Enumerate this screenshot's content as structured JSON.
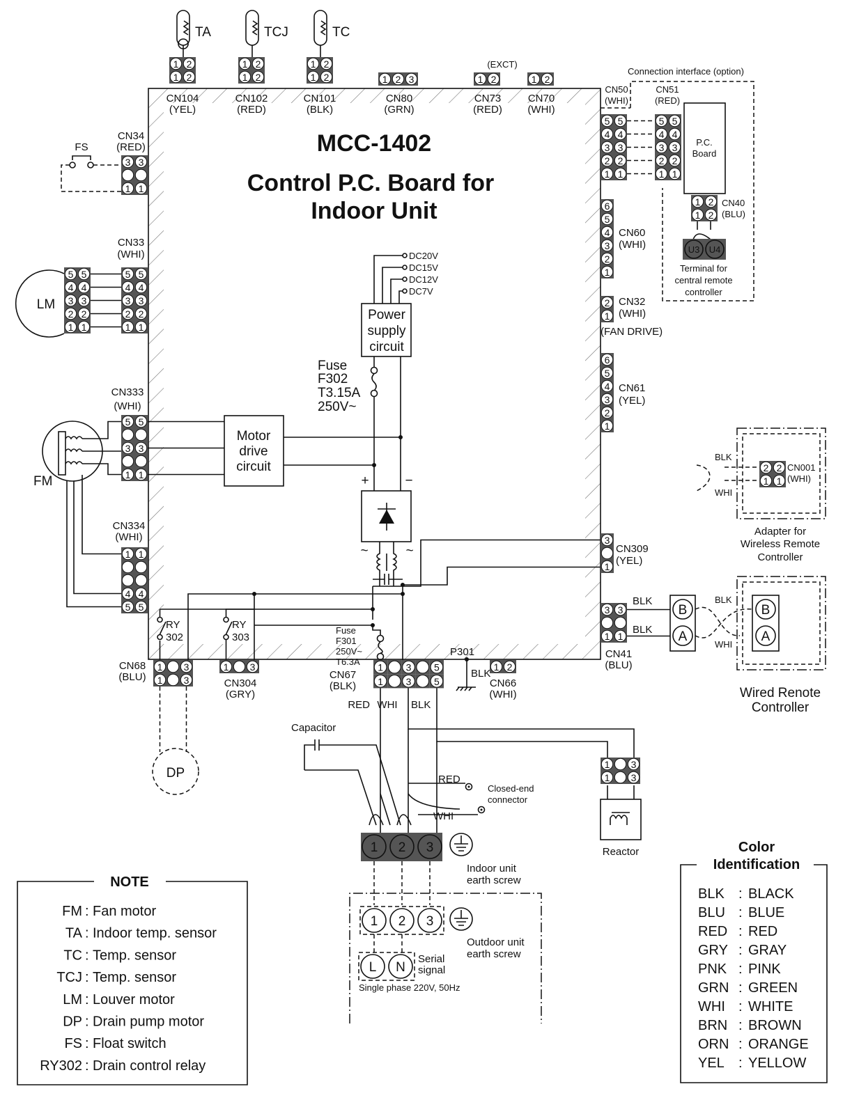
{
  "title": {
    "model": "MCC-1402",
    "line1": "Control P.C. Board for",
    "line2": "Indoor Unit"
  },
  "sensors": [
    "TA",
    "TCJ",
    "TC"
  ],
  "connectors": {
    "cn104": {
      "name": "CN104",
      "color": "(YEL)",
      "pins": [
        "1",
        "2"
      ]
    },
    "cn102": {
      "name": "CN102",
      "color": "(RED)",
      "pins": [
        "1",
        "2"
      ]
    },
    "cn101": {
      "name": "CN101",
      "color": "(BLK)",
      "pins": [
        "1",
        "2"
      ]
    },
    "cn80": {
      "name": "CN80",
      "color": "(GRN)",
      "pins": [
        "1",
        "2",
        "3"
      ]
    },
    "cn73": {
      "name": "CN73",
      "color": "(RED)",
      "note": "(EXCT)",
      "pins": [
        "1",
        "2"
      ]
    },
    "cn70": {
      "name": "CN70",
      "color": "(WHI)",
      "pins": [
        "1",
        "2"
      ]
    },
    "cn34": {
      "name": "CN34",
      "color": "(RED)",
      "pins": [
        "3",
        "",
        "1"
      ]
    },
    "lm": {
      "pins": [
        "5",
        "4",
        "3",
        "2",
        "1"
      ]
    },
    "cn33": {
      "name": "CN33",
      "color": "(WHI)",
      "pins": [
        "5",
        "4",
        "3",
        "2",
        "1"
      ]
    },
    "cn333": {
      "name": "CN333",
      "color": "(WHI)",
      "pins": [
        "5",
        "",
        "3",
        "",
        "1"
      ]
    },
    "cn334": {
      "name": "CN334",
      "color": "(WHI)",
      "pins": [
        "1",
        "",
        "",
        "4",
        "5"
      ]
    },
    "cn50": {
      "name": "CN50",
      "color": "(WHI)",
      "pins": [
        "5",
        "4",
        "3",
        "2",
        "1"
      ]
    },
    "cn51": {
      "name": "CN51",
      "color": "(RED)",
      "pins": [
        "5",
        "4",
        "3",
        "2",
        "1"
      ]
    },
    "cn60": {
      "name": "CN60",
      "color": "(WHI)",
      "pins": [
        "6",
        "5",
        "4",
        "3",
        "2",
        "1"
      ]
    },
    "cn32": {
      "name": "CN32",
      "color": "(WHI)",
      "note": "(FAN DRIVE)",
      "pins": [
        "2",
        "1"
      ]
    },
    "cn61": {
      "name": "CN61",
      "color": "(YEL)",
      "pins": [
        "6",
        "5",
        "4",
        "3",
        "2",
        "1"
      ]
    },
    "cn309": {
      "name": "CN309",
      "color": "(YEL)",
      "pins": [
        "3",
        "",
        "1"
      ]
    },
    "cn41": {
      "name": "CN41",
      "color": "(BLU)",
      "pins": [
        "3",
        "",
        "1"
      ]
    },
    "cn40": {
      "name": "CN40",
      "color": "(BLU)",
      "pins": [
        "1",
        "2"
      ]
    },
    "cn68": {
      "name": "CN68",
      "color": "(BLU)",
      "pins": [
        "1",
        "",
        "3"
      ]
    },
    "cn304": {
      "name": "CN304",
      "color": "(GRY)",
      "pins": [
        "1",
        "",
        "3"
      ]
    },
    "cn67": {
      "name": "CN67",
      "color": "(BLK)",
      "pins": [
        "1",
        "",
        "3",
        "",
        "5"
      ]
    },
    "cn66": {
      "name": "CN66",
      "color": "(WHI)",
      "pins": [
        "1",
        "2"
      ]
    },
    "reactor": {
      "pins": [
        "1",
        "",
        "3"
      ]
    },
    "cn001": {
      "name": "CN001",
      "color": "(WHI)",
      "pins": [
        "2",
        "1"
      ]
    }
  },
  "components": {
    "fs": "FS",
    "lm": "LM",
    "fm": "FM",
    "dp": "DP",
    "dc": [
      "DC20V",
      "DC15V",
      "DC12V",
      "DC7V"
    ],
    "power_supply": [
      "Power",
      "supply",
      "circuit"
    ],
    "fuse_f302": [
      "Fuse",
      "F302",
      "T3.15A",
      "250V~"
    ],
    "motor_drive": [
      "Motor",
      "drive",
      "circuit"
    ],
    "plus": "+",
    "minus": "−",
    "tilde": "~",
    "fuse_f301": [
      "Fuse",
      "F301",
      "250V~",
      "T6.3A"
    ],
    "ry302": [
      "RY",
      "302"
    ],
    "ry303": [
      "RY",
      "303"
    ],
    "p301": "P301",
    "p301_wire": "BLK",
    "wire_colors": [
      "RED",
      "WHI",
      "BLK"
    ],
    "capacitor": "Capacitor",
    "closed_end": {
      "red": "RED",
      "whi": "WHI",
      "label": [
        "Closed-end",
        "connector"
      ]
    },
    "terminals": [
      "1",
      "2",
      "3"
    ],
    "indoor_earth": [
      "Indoor unit",
      "earth screw"
    ],
    "outdoor_earth": [
      "Outdoor unit",
      "earth screw"
    ],
    "power_terminals": [
      "L",
      "N"
    ],
    "serial": [
      "Serial",
      "signal"
    ],
    "supply": "Single phase 220V, 50Hz",
    "reactor": "Reactor"
  },
  "interface": {
    "title": "Connection interface (option)",
    "pc_board": [
      "P.C.",
      "Board"
    ],
    "central_terminals": [
      "U3",
      "U4"
    ],
    "central_label": [
      "Terminal for",
      "central remote",
      "controller"
    ]
  },
  "remote": {
    "blk": "BLK",
    "whi": "WHI",
    "b": "B",
    "a": "A",
    "adapter_label": [
      "Adapter for",
      "Wireless Remote",
      "Controller"
    ],
    "wired_label": [
      "Wired Renote",
      "Controller"
    ]
  },
  "note": {
    "title": "NOTE",
    "items": [
      {
        "key": "FM",
        "value": "Fan motor"
      },
      {
        "key": "TA",
        "value": "Indoor temp. sensor"
      },
      {
        "key": "TC",
        "value": "Temp. sensor"
      },
      {
        "key": "TCJ",
        "value": "Temp. sensor"
      },
      {
        "key": "LM",
        "value": "Louver motor"
      },
      {
        "key": "DP",
        "value": "Drain pump motor"
      },
      {
        "key": "FS",
        "value": "Float switch"
      },
      {
        "key": "RY302",
        "value": "Drain control relay"
      }
    ]
  },
  "color_id": {
    "title": [
      "Color",
      "Identification"
    ],
    "items": [
      {
        "key": "BLK",
        "value": "BLACK"
      },
      {
        "key": "BLU",
        "value": "BLUE"
      },
      {
        "key": "RED",
        "value": "RED"
      },
      {
        "key": "GRY",
        "value": "GRAY"
      },
      {
        "key": "PNK",
        "value": "PINK"
      },
      {
        "key": "GRN",
        "value": "GREEN"
      },
      {
        "key": "WHI",
        "value": "WHITE"
      },
      {
        "key": "BRN",
        "value": "BROWN"
      },
      {
        "key": "ORN",
        "value": "ORANGE"
      },
      {
        "key": "YEL",
        "value": "YELLOW"
      }
    ]
  }
}
